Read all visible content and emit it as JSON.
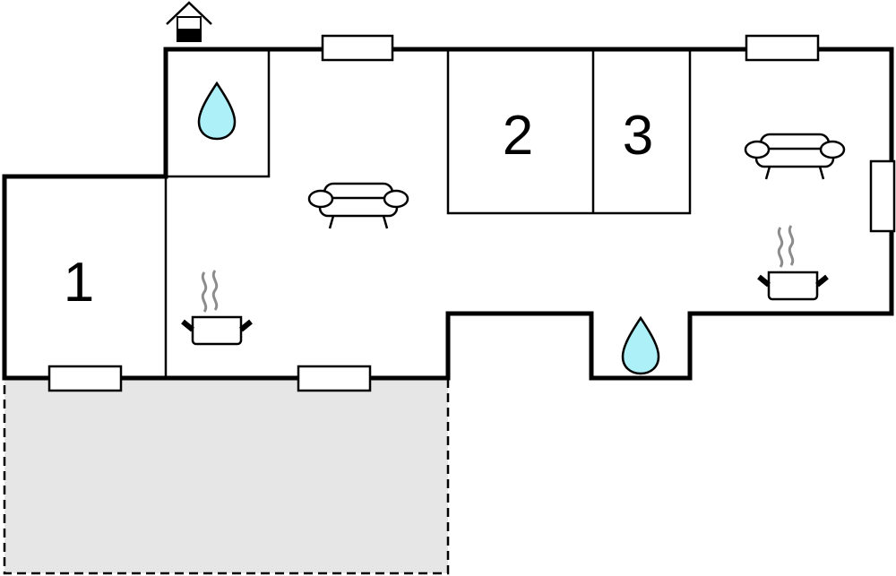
{
  "title": "Floor plan",
  "rooms": {
    "bedroom_1": "1",
    "bedroom_2": "2",
    "bedroom_3": "3"
  },
  "icons": [
    "entrance-icon",
    "bathroom-drop-icon",
    "sofa-icon",
    "kitchen-pot-icon",
    "window-icon"
  ],
  "colors": {
    "wall": "#000000",
    "water": "#aef0f8",
    "terrace": "#e6e6e6",
    "steam": "#8c8c8c"
  }
}
